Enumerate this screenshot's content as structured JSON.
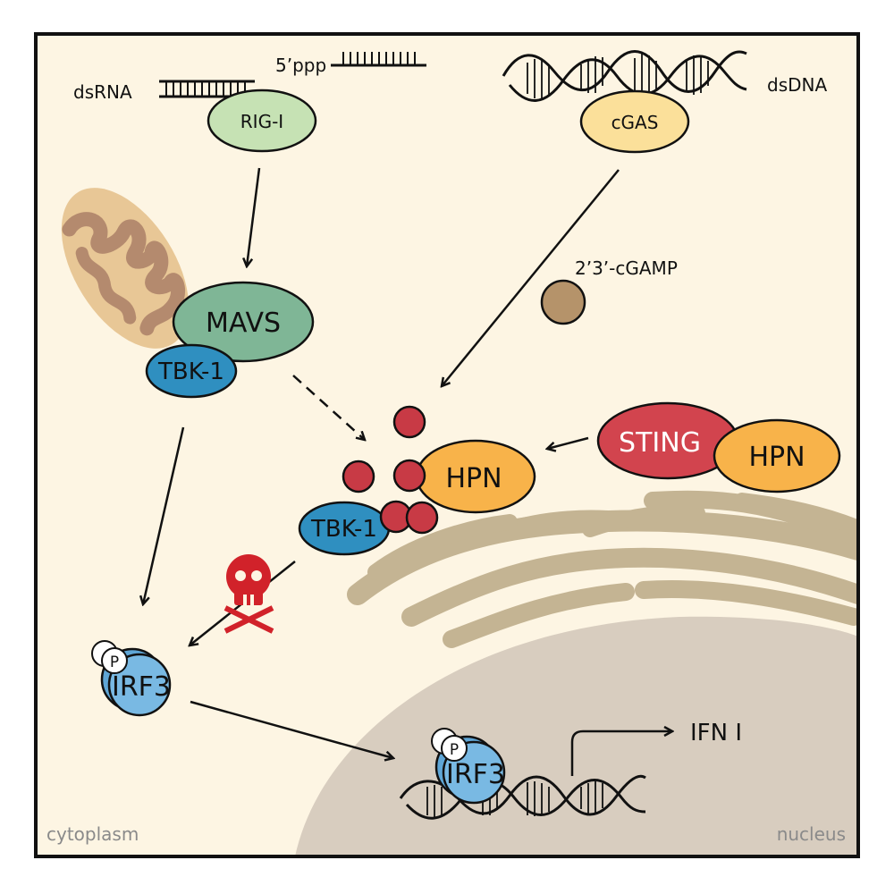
{
  "figure": {
    "type": "signaling pathway diagram",
    "compartments": {
      "cytoplasm": "cytoplasm",
      "nucleus": "nucleus"
    },
    "ligands": {
      "dsrna": "dsRNA",
      "five_ppp": "5’ppp",
      "dsdna": "dsDNA",
      "cgamp": "2’3’-cGAMP"
    },
    "proteins": {
      "rig_i": "RIG-I",
      "cgas": "cGAS",
      "mavs": "MAVS",
      "tbk1_mito": "TBK-1",
      "tbk1_er": "TBK-1",
      "hpn_er": "HPN",
      "sting": "STING",
      "hpn_sting": "HPN",
      "irf3_cyto": "IRF3",
      "irf3_nuc": "IRF3",
      "phospho": "P",
      "phospho_nuc": "P"
    },
    "output": {
      "ifn": "IFN I"
    },
    "organelles": [
      "mitochondrion",
      "endoplasmic reticulum",
      "nucleus"
    ],
    "icons": [
      "skull-crossbones-icon"
    ],
    "colors": {
      "cytoplasm": "#fdf5e3",
      "nucleus": "#d8cdbf",
      "er": "#c4b493",
      "mito_outer": "#e8c796",
      "mito_inner": "#b48a6e",
      "rig_i": "#c6e2b4",
      "cgas": "#fbe09a",
      "mavs": "#7fb696",
      "tbk1": "#2f8fc0",
      "hpn": "#f8b34a",
      "sting": "#d2444e",
      "red_dot": "#c83a45",
      "cgamp": "#b5936a",
      "irf3": "#79b9e3",
      "skull": "#d1222a"
    }
  }
}
